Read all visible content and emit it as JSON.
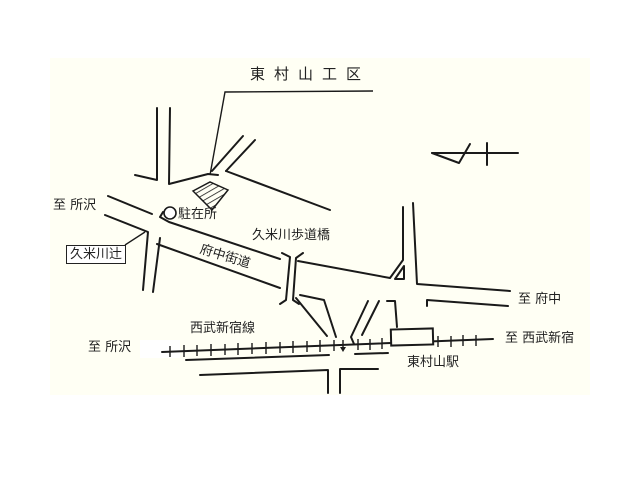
{
  "map": {
    "title": "東村山工区",
    "labels": {
      "to_tokorozawa_upper": "至 所沢",
      "kumegawa_tsuji": "久米川辻",
      "police_box": "駐在所",
      "kumegawa_footbridge": "久米川歩道橋",
      "fuchu_kaido": "府中街道",
      "to_fuchu": "至 府中",
      "seibu_shinjuku_line": "西武新宿線",
      "to_tokorozawa_lower": "至 所沢",
      "to_seibu_shinjuku": "至 西武新宿",
      "higashimurayama_station": "東村山駅"
    },
    "icons": {
      "north_arrow": "north-arrow-icon",
      "police_box_marker": "circle-marker-icon",
      "construction_area": "hatched-area-icon",
      "crossing_arrow": "down-arrow-icon"
    },
    "colors": {
      "paper": "#fffff4",
      "ink": "#1a1a1a"
    }
  }
}
